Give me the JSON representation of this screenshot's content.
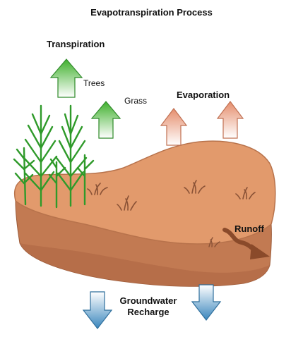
{
  "diagram": {
    "title": "Evapotranspiration Process",
    "labels": {
      "transpiration": "Transpiration",
      "trees": "Trees",
      "grass": "Grass",
      "evaporation": "Evaporation",
      "runoff": "Runoff",
      "groundwater_line1": "Groundwater",
      "groundwater_line2": "Recharge"
    },
    "colors": {
      "soil_top": "#e29a6c",
      "soil_side": "#c27a52",
      "soil_edge": "#9b5a38",
      "plant_green": "#2f9a2a",
      "arrow_green": "#3fb02c",
      "arrow_evap": "#e79a7c",
      "arrow_ground": "#4a8fc0",
      "runoff_arrow": "#8a4a2a"
    }
  }
}
